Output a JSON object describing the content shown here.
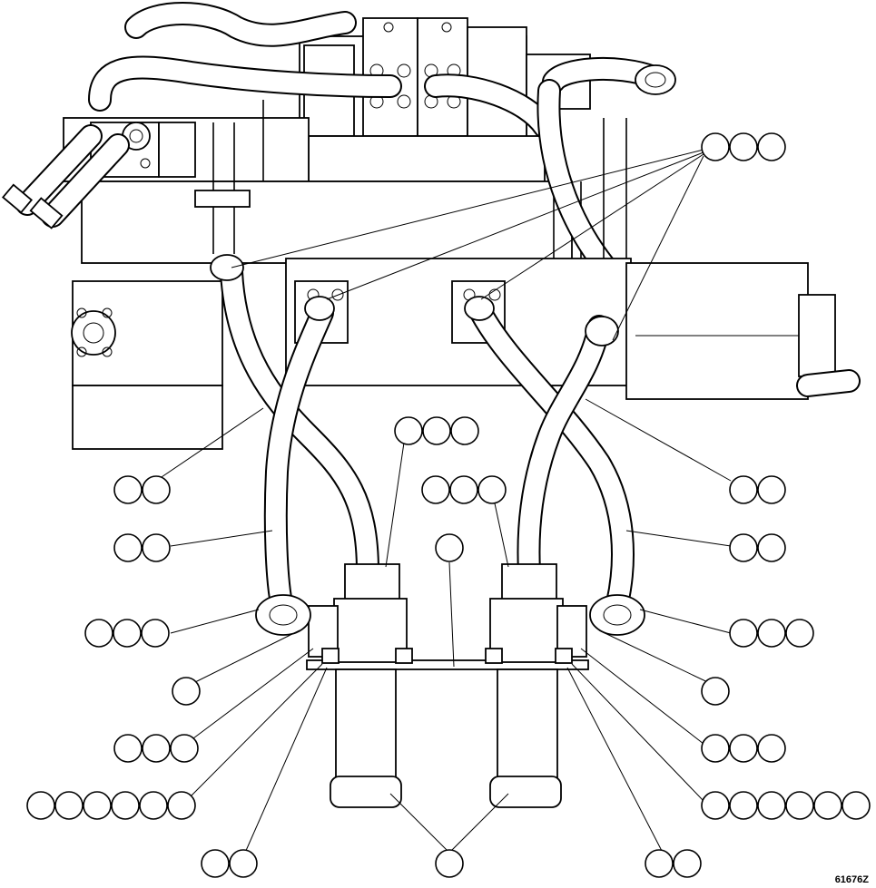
{
  "drawing_number": "61676Z",
  "callout_groups": [
    {
      "side": "upper-right",
      "circles": 3
    },
    {
      "side": "center-top",
      "circles": 3
    },
    {
      "side": "center-right-top",
      "circles": 3
    },
    {
      "side": "center",
      "circles": 1
    },
    {
      "side": "left-hose-a",
      "circles": 2
    },
    {
      "side": "left-hose-b",
      "circles": 2
    },
    {
      "side": "right-hose-a",
      "circles": 2
    },
    {
      "side": "right-hose-b",
      "circles": 2
    },
    {
      "side": "left-flange",
      "circles": 3
    },
    {
      "side": "left-clamp",
      "circles": 1
    },
    {
      "side": "left-bolt",
      "circles": 3
    },
    {
      "side": "left-washer",
      "circles": 6
    },
    {
      "side": "left-bottom",
      "circles": 2
    },
    {
      "side": "right-flange",
      "circles": 3
    },
    {
      "side": "right-clamp",
      "circles": 1
    },
    {
      "side": "right-bolt",
      "circles": 3
    },
    {
      "side": "right-washer",
      "circles": 6
    },
    {
      "side": "right-bottom",
      "circles": 2
    },
    {
      "side": "filter-bottom",
      "circles": 1
    }
  ]
}
